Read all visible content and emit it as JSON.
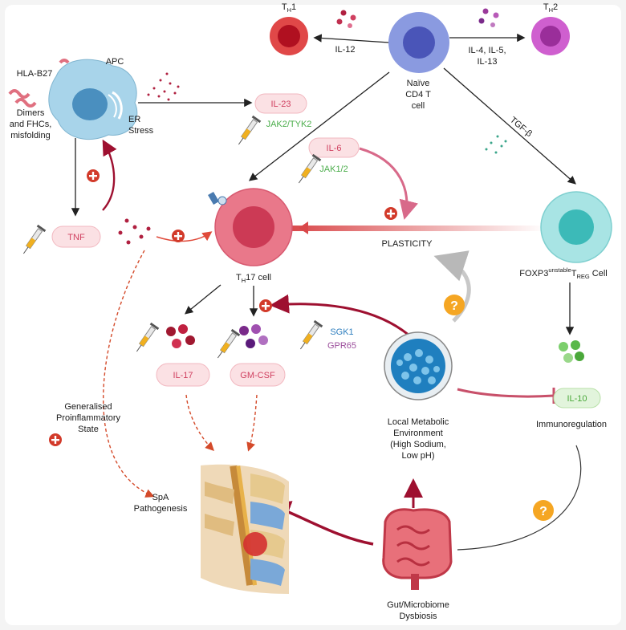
{
  "cells": {
    "th1": "T",
    "th1_sub": "H",
    "th1_num": "1",
    "th2": "T",
    "th2_sub": "H",
    "th2_num": "2",
    "naive": [
      "Naïve",
      "CD4 T",
      "cell"
    ],
    "apc": "APC",
    "th17": "T",
    "th17_sub": "H",
    "th17_rest": "17 cell",
    "treg_a": "FOXP3",
    "treg_sup": "unstable",
    "treg_b": "T",
    "treg_sub": "REG",
    "treg_c": " Cell"
  },
  "labels": {
    "hla": "HLA-B27",
    "misfold": [
      "Dimers",
      "and FHCs,",
      "misfolding"
    ],
    "er": [
      "ER",
      "Stress"
    ],
    "il12": "IL-12",
    "il4": [
      "IL-4, IL-5,",
      "IL-13"
    ],
    "tgf": "TGF-β",
    "plasticity": "PLASTICITY",
    "proinf": [
      "Generalised",
      "Proinflammatory",
      "State"
    ],
    "spa": [
      "SpA",
      "Pathogenesis"
    ],
    "local": [
      "Local Metabolic",
      "Environment",
      "(High Sodium,",
      "Low pH)"
    ],
    "immuno": "Immunoregulation",
    "gut": [
      "Gut/Microbiome",
      "Dysbiosis"
    ],
    "question": "?"
  },
  "cytokines": {
    "il23": "IL-23",
    "il6": "IL-6",
    "tnf": "TNF",
    "il17": "IL-17",
    "gmcsf": "GM-CSF",
    "il10": "IL-10"
  },
  "drugs": {
    "jak2": "JAK2/TYK2",
    "jak12": "JAK1/2",
    "sgk1": "SGK1",
    "gpr65": "GPR65"
  },
  "colors": {
    "green": "#4cae4c",
    "blue": "#2f7fbf",
    "purple": "#9b4d9b",
    "red": "#c0392b",
    "darkred": "#a01030",
    "orange": "#f5a623"
  }
}
